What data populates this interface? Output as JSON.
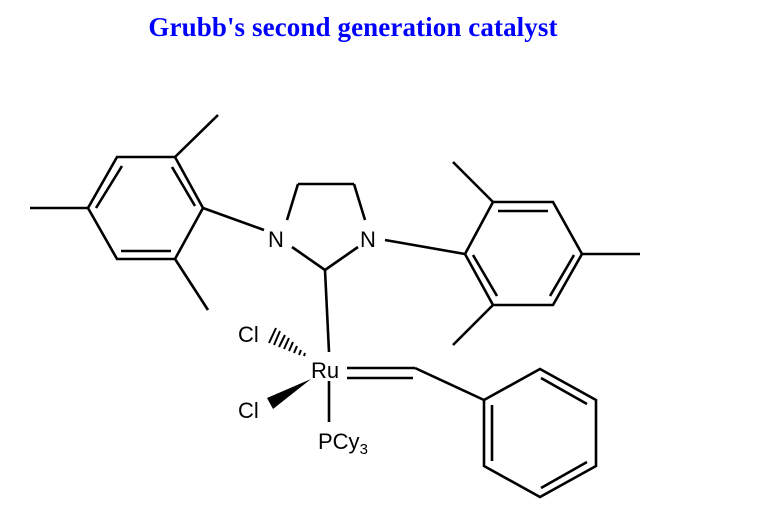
{
  "title": "Grubb's second generation catalyst",
  "colors": {
    "title": "#0000ff",
    "bonds": "#000000",
    "background": "#ffffff"
  },
  "structure": {
    "name": "Grubbs second generation catalyst",
    "atoms": {
      "n_left": "N",
      "n_right": "N",
      "ru": "Ru",
      "cl_top": "Cl",
      "cl_bottom": "Cl",
      "phosphine": "PCy",
      "phosphine_sub": "3"
    },
    "groups": [
      "mesityl-left",
      "imidazolidine-ring",
      "mesityl-right",
      "benzylidene",
      "phenyl-ring"
    ]
  }
}
